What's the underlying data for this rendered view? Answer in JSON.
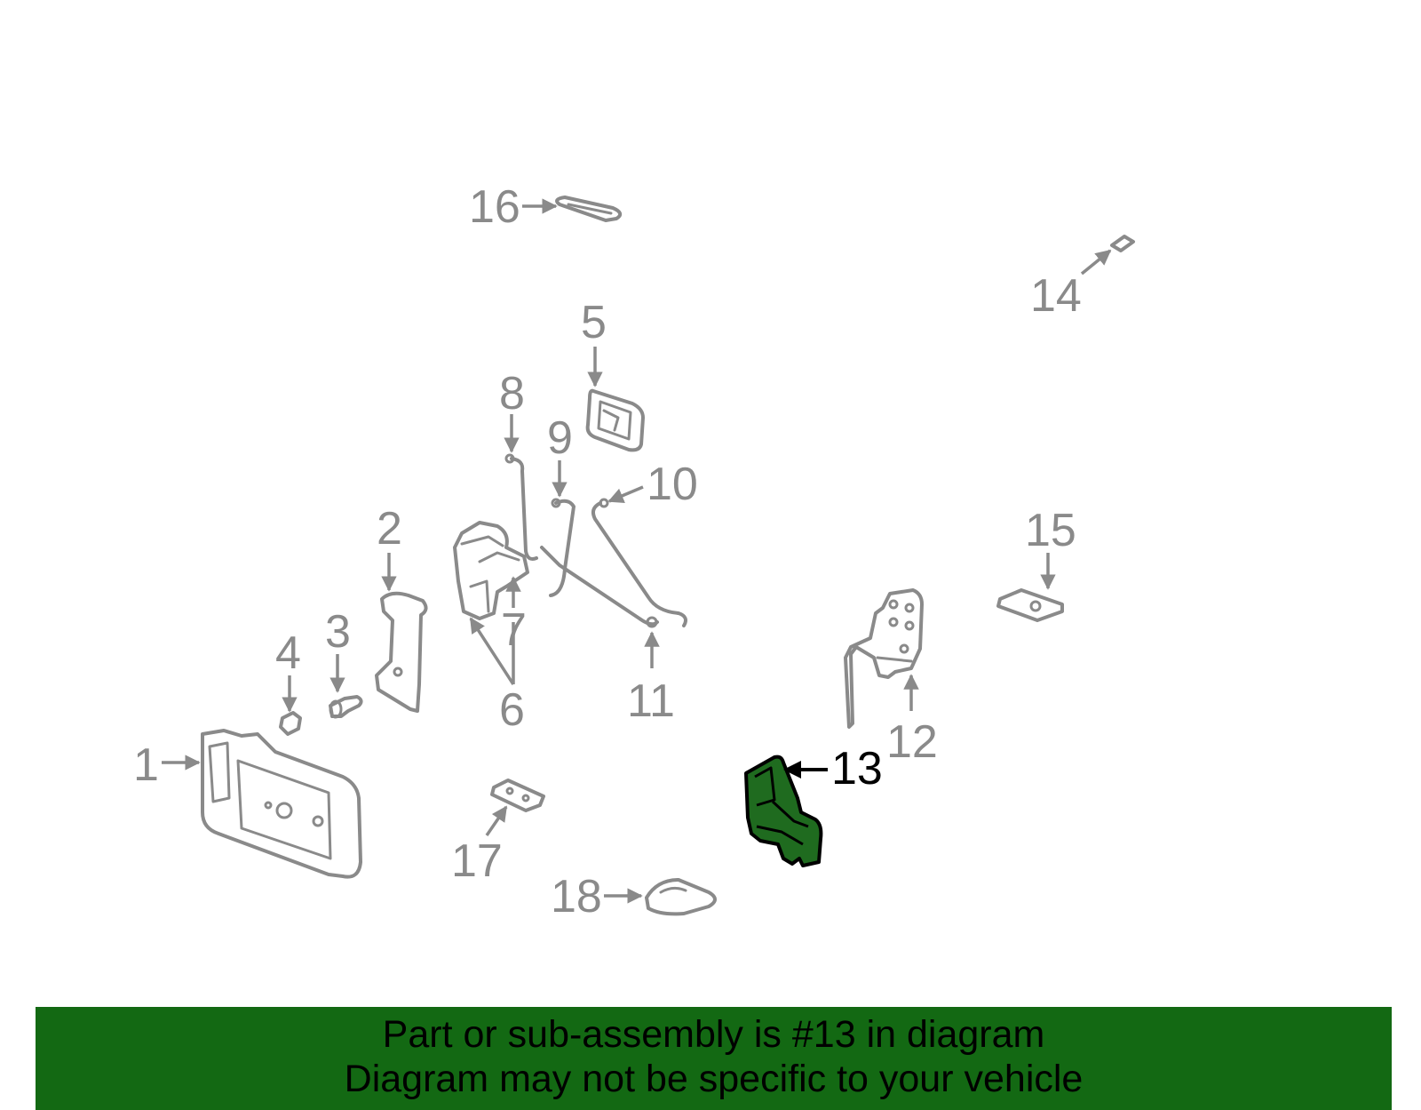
{
  "diagram": {
    "callouts": {
      "c1": "1",
      "c2": "2",
      "c3": "3",
      "c4": "4",
      "c5": "5",
      "c6": "6",
      "c7": "7",
      "c8": "8",
      "c9": "9",
      "c10": "10",
      "c11": "11",
      "c12": "12",
      "c13": "13",
      "c14": "14",
      "c15": "15",
      "c16": "16",
      "c17": "17",
      "c18": "18"
    },
    "highlighted_part": "13",
    "colors": {
      "highlight_fill": "#1f6b1f",
      "line_gray": "#8a8a8a",
      "banner_bg": "#136913"
    }
  },
  "banner": {
    "line1": "Part or sub-assembly is #13 in diagram",
    "line2": "Diagram may not be specific to your vehicle"
  }
}
